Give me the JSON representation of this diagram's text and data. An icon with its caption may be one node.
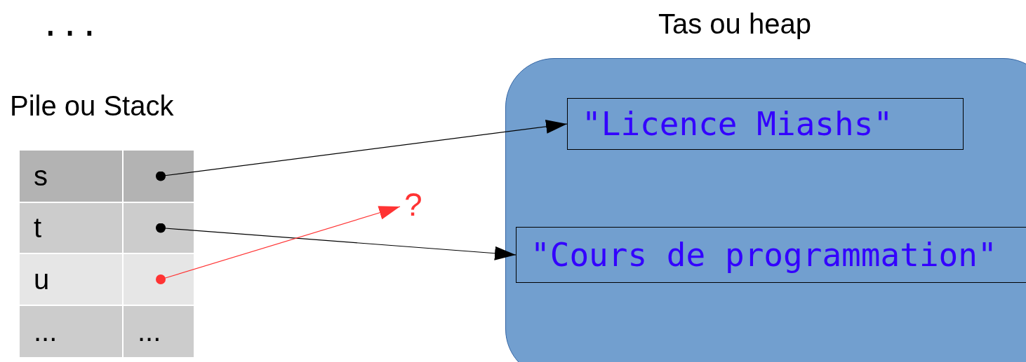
{
  "diagram": {
    "nodes": [
      {
        "text": [
          "Tas ou heap"
        ]
      },
      {
        "text": [
          "\"Licence Miashs\""
        ],
        "in": 0
      },
      {
        "text": [
          "\"Cours de programmation\""
        ],
        "in": 0
      },
      {
        "text": [
          "Pile ou Stack"
        ]
      },
      {
        "text": [
          "s"
        ],
        "in": 3
      },
      {
        "text": [],
        "shape": "box",
        "in": 3
      },
      {
        "text": [
          "t"
        ],
        "in": 3
      },
      {
        "text": [],
        "shape": "box",
        "in": 3
      },
      {
        "text": [
          "u"
        ],
        "in": 3
      },
      {
        "text": [],
        "shape": "box",
        "in": 3
      },
      {
        "text": [
          "..."
        ],
        "in": 3
      },
      {
        "text": [
          "..."
        ],
        "in": 3
      },
      {
        "text": [
          "?"
        ]
      }
    ],
    "edges": [
      {
        "from": 5,
        "to": 1,
        "arrow": "to"
      },
      {
        "from": 7,
        "to": 2,
        "arrow": "to"
      },
      {
        "from": 9,
        "to": 12,
        "arrow": "to",
        "color": "#ff3333"
      }
    ],
    "labels": [
      "..."
    ]
  }
}
